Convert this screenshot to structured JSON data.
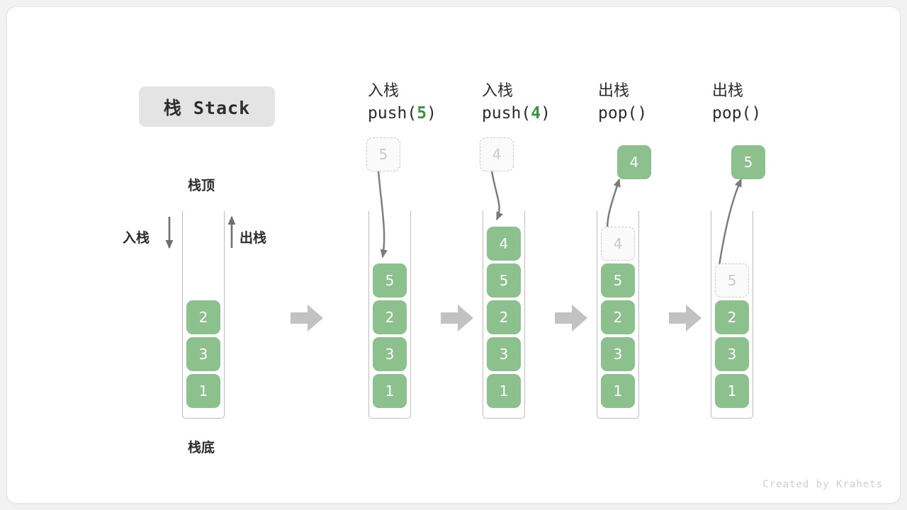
{
  "title_badge": {
    "label": "栈 Stack"
  },
  "labels": {
    "top": "栈顶",
    "bottom": "栈底",
    "push_side": "入栈",
    "pop_side": "出栈"
  },
  "credit": "Created by Krahets",
  "colors": {
    "block_green": "#8cc08c",
    "ghost_fill": "#fafafa",
    "ghost_border": "#c8c8c8",
    "ghost_text": "#c9c9c9",
    "arrow_gray": "#bfbfbf",
    "curve_gray": "#7a7a7a",
    "badge_bg": "#e4e4e4",
    "accent_green": "#3f9142",
    "container_border": "#bdbdbd"
  },
  "chart_data": {
    "type": "diagram",
    "title": "栈 Stack",
    "description": "Stack push/pop operation sequence diagram",
    "steps": [
      {
        "id": "initial",
        "op": "initial",
        "op_cn": "",
        "op_code": "",
        "arg": "",
        "stack_top_to_bottom": [
          2,
          3,
          1
        ],
        "floating": null,
        "ghost_in_stack": null
      },
      {
        "id": "push5",
        "op": "push",
        "op_cn": "入栈",
        "op_code_prefix": "push(",
        "arg": "5",
        "op_code_suffix": ")",
        "stack_top_to_bottom": [
          5,
          2,
          3,
          1
        ],
        "floating": {
          "value": "5",
          "style": "ghost"
        },
        "ghost_in_stack": null
      },
      {
        "id": "push4",
        "op": "push",
        "op_cn": "入栈",
        "op_code_prefix": "push(",
        "arg": "4",
        "op_code_suffix": ")",
        "stack_top_to_bottom": [
          4,
          5,
          2,
          3,
          1
        ],
        "floating": {
          "value": "4",
          "style": "ghost"
        },
        "ghost_in_stack": null
      },
      {
        "id": "pop1",
        "op": "pop",
        "op_cn": "出栈",
        "op_code_prefix": "pop(",
        "arg": "",
        "op_code_suffix": ")",
        "stack_top_to_bottom": [
          5,
          2,
          3,
          1
        ],
        "floating": {
          "value": "4",
          "style": "solid"
        },
        "ghost_in_stack": {
          "value": "4"
        }
      },
      {
        "id": "pop2",
        "op": "pop",
        "op_cn": "出栈",
        "op_code_prefix": "pop(",
        "arg": "",
        "op_code_suffix": ")",
        "stack_top_to_bottom": [
          2,
          3,
          1
        ],
        "floating": {
          "value": "5",
          "style": "solid"
        },
        "ghost_in_stack": {
          "value": "5"
        }
      }
    ],
    "block_values": {
      "s0": [
        "2",
        "3",
        "1"
      ],
      "s1": [
        "5",
        "2",
        "3",
        "1"
      ],
      "s2": [
        "4",
        "5",
        "2",
        "3",
        "1"
      ],
      "s3": [
        "5",
        "2",
        "3",
        "1"
      ],
      "s4": [
        "2",
        "3",
        "1"
      ]
    },
    "headers": [
      {
        "cn": "入栈",
        "code_pre": "push(",
        "arg": "5",
        "code_post": ")"
      },
      {
        "cn": "入栈",
        "code_pre": "push(",
        "arg": "4",
        "code_post": ")"
      },
      {
        "cn": "出栈",
        "code_pre": "pop(",
        "arg": "",
        "code_post": ")"
      },
      {
        "cn": "出栈",
        "code_pre": "pop(",
        "arg": "",
        "code_post": ")"
      }
    ],
    "floating_boxes": [
      {
        "value": "5",
        "style": "ghost"
      },
      {
        "value": "4",
        "style": "ghost"
      },
      {
        "value": "4",
        "style": "solid"
      },
      {
        "value": "5",
        "style": "solid"
      }
    ],
    "ghost_in_stack": [
      {
        "value": "4"
      },
      {
        "value": "5"
      }
    ]
  }
}
